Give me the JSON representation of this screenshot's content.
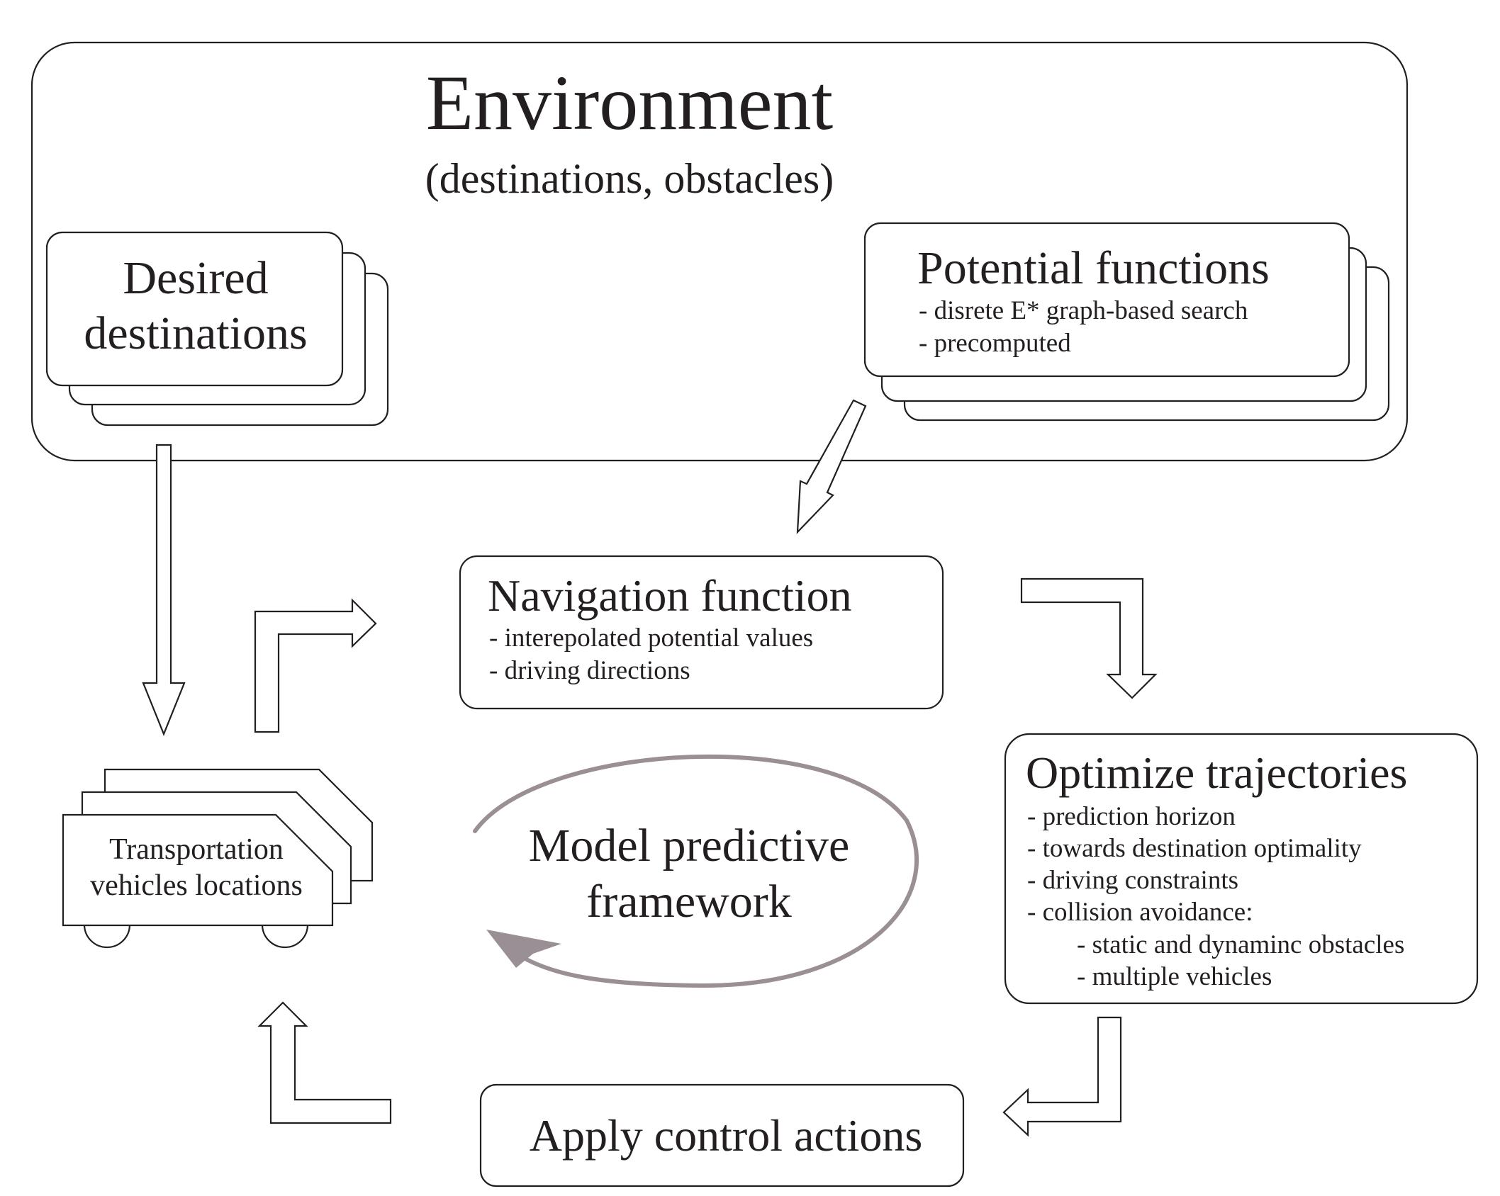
{
  "environment": {
    "title": "Environment",
    "subtitle": "(destinations, obstacles)"
  },
  "desired_destinations": {
    "line1": "Desired",
    "line2": "destinations"
  },
  "potential_functions": {
    "title": "Potential functions",
    "items": [
      "- disrete E* graph-based search",
      "- precomputed"
    ]
  },
  "navigation_function": {
    "title": "Navigation function",
    "items": [
      "- interepolated potential values",
      "- driving directions"
    ]
  },
  "optimize_trajectories": {
    "title": "Optimize trajectories",
    "items": [
      "- prediction horizon",
      "- towards destination optimality",
      "- driving constraints",
      "- collision avoidance:",
      "- static and dynaminc obstacles",
      "- multiple vehicles"
    ]
  },
  "vehicles": {
    "line1": "Transportation",
    "line2": "vehicles locations"
  },
  "mpc": {
    "line1": "Model predictive",
    "line2": "framework",
    "loop_color": "#9a8f94"
  },
  "apply_control": {
    "label": "Apply control actions"
  }
}
